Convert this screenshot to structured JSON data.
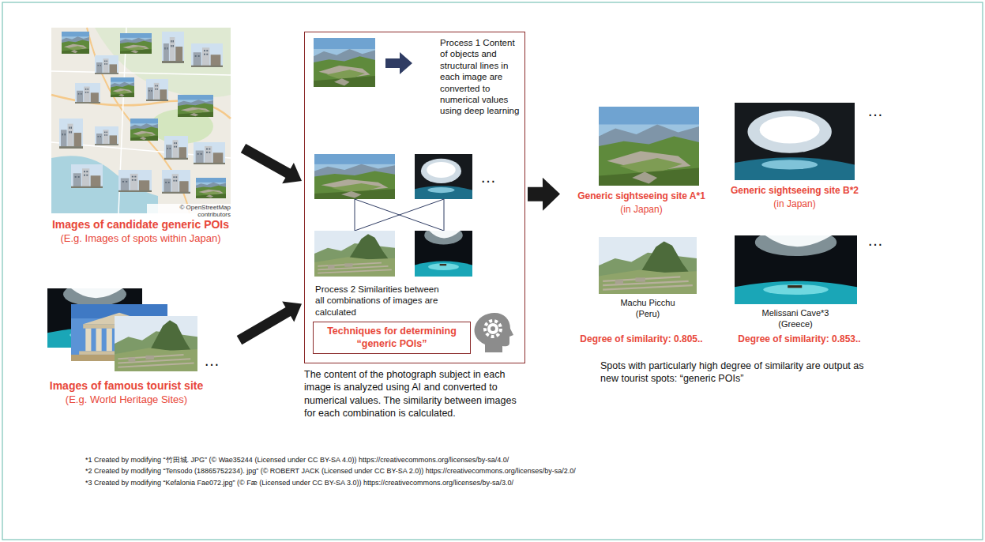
{
  "diagram": {
    "nodes": [
      {
        "text": [
          "© OpenStreetMap contributors",
          "Images of candidate generic POIs",
          "(E.g. Images of spots within Japan)"
        ]
      },
      {
        "text": [
          "…",
          "Images of famous tourist site",
          "(E.g. World Heritage Sites)"
        ]
      },
      {
        "text": [
          "Process 1 Content of objects and structural lines in each image are converted to numerical values using deep learning",
          "…",
          "Process 2 Similarities between all combinations of images are calculated"
        ]
      },
      {
        "text": [
          "Techniques for determining “generic POIs”"
        ],
        "in": 2
      },
      {
        "text": [
          "Generic sightseeing site A*1",
          "(in Japan)",
          "Generic sightseeing site B*2",
          "(in Japan)",
          "…",
          "Machu Picchu",
          "(Peru)",
          "Melissani Cave*3",
          "(Greece)",
          "…",
          "Degree of similarity: 0.805..",
          "Degree of similarity: 0.853..",
          "Spots with particularly high degree of similarity are output as new tourist spots: “generic POIs”"
        ]
      }
    ],
    "edges": [
      {
        "from": 0,
        "to": 2,
        "arrow": "to"
      },
      {
        "from": 1,
        "to": 2,
        "arrow": "to"
      },
      {
        "from": 2,
        "to": 4,
        "arrow": "to"
      }
    ],
    "labels": [
      "The content of the photograph subject in each image is analyzed using AI and converted to numerical values. The similarity between images for each combination is calculated.",
      "*1 Created by modifying “竹田城. JPG” (© Wae35244 (Licensed under CC BY-SA 4.0)) https://creativecommons.org/licenses/by-sa/4.0/",
      "*2 Created by modifying “Tensodo (18865752234). jpg” (© ROBERT JACK (Licensed under CC BY-SA 2.0)) https://creativecommons.org/licenses/by-sa/2.0/",
      "*3 Created by modifying “Kefalonia Fae072.jpg” (© Fæ (Licensed under CC BY-SA 3.0)) https://creativecommons.org/licenses/by-sa/3.0/"
    ]
  }
}
